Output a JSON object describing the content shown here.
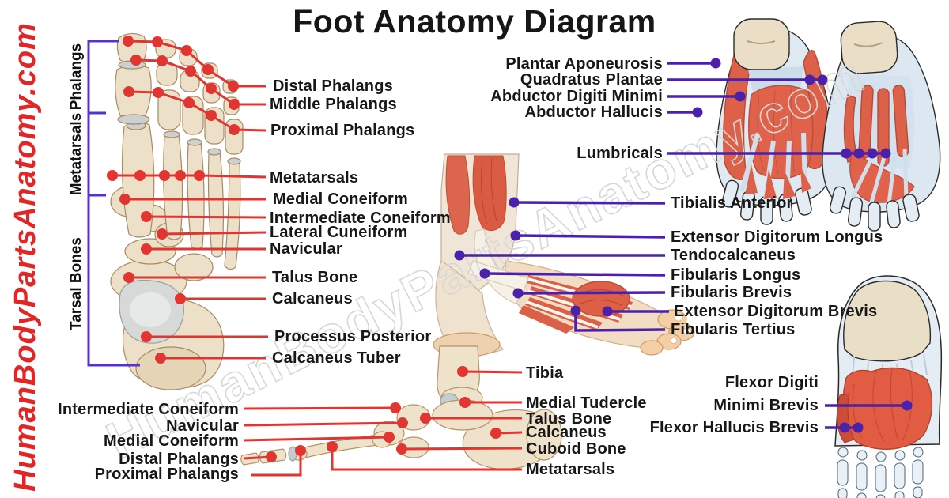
{
  "title": "Foot Anatomy Diagram",
  "watermarks": {
    "left_vertical": "HumanBodyPartsAnatomy.com",
    "diagonal": "HumanBodyPartsAnatomy.com"
  },
  "colors": {
    "skeleton_leader_line": "#e23430",
    "muscle_leader_line": "#4b21aa",
    "bracket": "#5633cc",
    "watermark_red": "#e02626",
    "title_text": "#161616",
    "bone_fill": "#ece0c9",
    "muscle_red": "#e0614a",
    "tendon_blue": "#dfe9f2"
  },
  "bone_group_brackets": {
    "items": [
      "Phalangs",
      "Metatarsals",
      "Tarsal Bones"
    ]
  },
  "dorsal_skeleton": {
    "labels": [
      "Distal Phalangs",
      "Middle Phalangs",
      "Proximal Phalangs",
      "Metatarsals",
      "Medial Coneiform",
      "Intermediate Coneiform",
      "Lateral Cuneiform",
      "Navicular",
      "Talus Bone",
      "Calcaneus",
      "Processus Posterior",
      "Calcaneus Tuber"
    ]
  },
  "plantar_muscles": {
    "labels": [
      "Plantar Aponeurosis",
      "Quadratus Plantae",
      "Abductor Digiti Minimi",
      "Abductor Hallucis",
      "Lumbricals"
    ]
  },
  "lateral_muscles": {
    "labels": [
      "Tibialis Anterior",
      "Extensor Digitorum Longus",
      "Tendocalcaneus",
      "Fibularis Longus",
      "Fibularis Brevis",
      "Extensor Digitorum Brevis",
      "Fibularis Tertius"
    ]
  },
  "medial_skeleton": {
    "left_labels": [
      "Intermediate Coneiform",
      "Navicular",
      "Medial Coneiform",
      "Distal Phalangs",
      "Proximal Phalangs"
    ],
    "right_labels": [
      "Tibia",
      "Medial Tudercle",
      "Talus Bone",
      "Calcaneus",
      "Cuboid Bone",
      "Metatarsals"
    ]
  },
  "plantar_deep_muscles": {
    "labels": [
      "Flexor Digiti",
      "Minimi Brevis",
      "Flexor Hallucis Brevis"
    ]
  }
}
